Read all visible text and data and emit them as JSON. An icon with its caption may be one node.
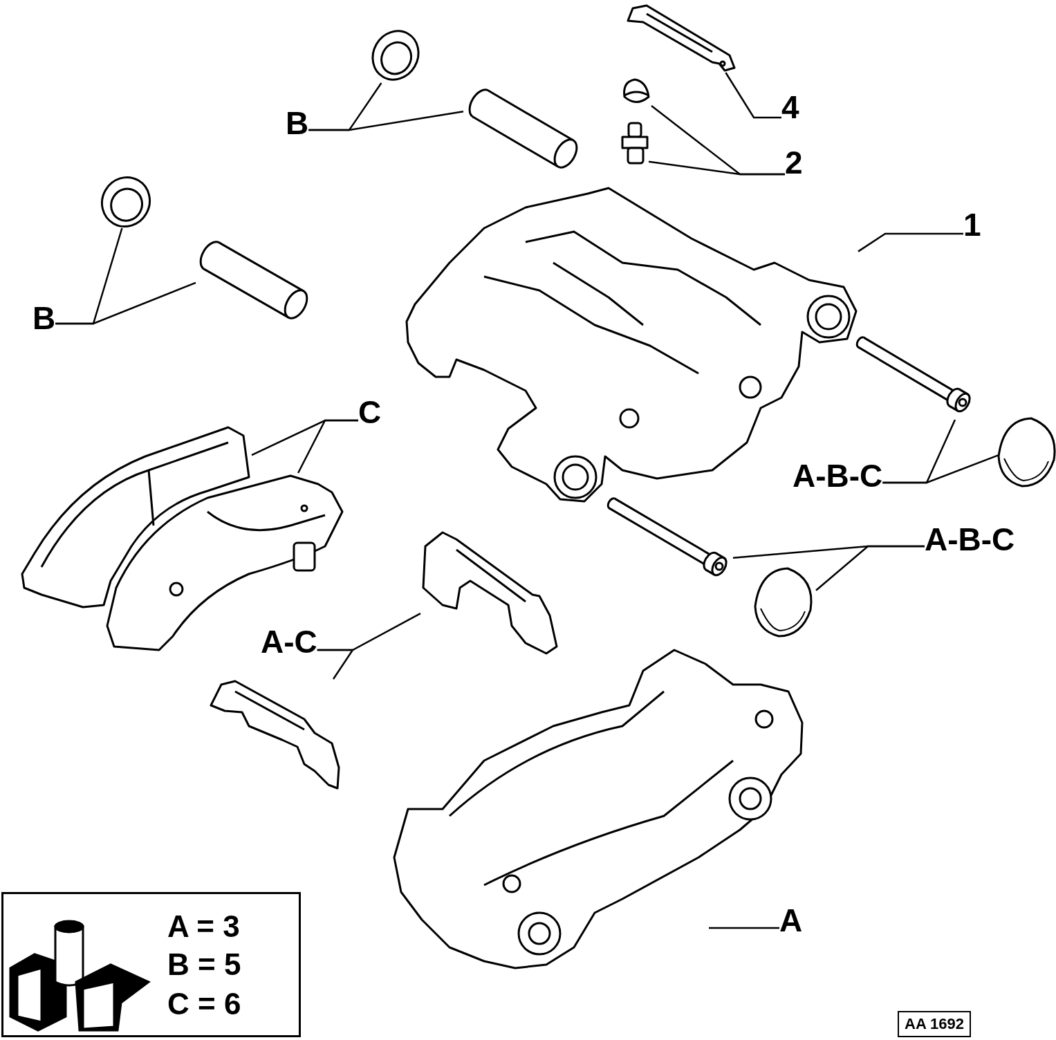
{
  "diagram": {
    "nodes": [
      {
        "text": [
          "4"
        ]
      },
      {
        "text": [],
        "shape": "picture"
      },
      {
        "text": [
          "2"
        ]
      },
      {
        "text": [],
        "shape": "picture"
      },
      {
        "text": [],
        "shape": "picture"
      },
      {
        "text": [
          "B"
        ]
      },
      {
        "text": [],
        "shape": "picture"
      },
      {
        "text": [],
        "shape": "picture"
      },
      {
        "text": [
          "B"
        ]
      },
      {
        "text": [],
        "shape": "picture"
      },
      {
        "text": [],
        "shape": "picture"
      },
      {
        "text": [
          "1"
        ]
      },
      {
        "text": [],
        "shape": "picture"
      },
      {
        "text": [
          "C"
        ]
      },
      {
        "text": [],
        "shape": "picture"
      },
      {
        "text": [],
        "shape": "picture"
      },
      {
        "text": [
          "A-B-C"
        ]
      },
      {
        "text": [],
        "shape": "picture"
      },
      {
        "text": [],
        "shape": "picture"
      },
      {
        "text": [
          "A-B-C"
        ]
      },
      {
        "text": [],
        "shape": "picture"
      },
      {
        "text": [],
        "shape": "picture"
      },
      {
        "text": [
          "A-C"
        ]
      },
      {
        "text": [],
        "shape": "picture"
      },
      {
        "text": [],
        "shape": "picture"
      },
      {
        "text": [
          "A"
        ]
      },
      {
        "text": [],
        "shape": "picture"
      }
    ],
    "edges": [
      {
        "from": 0,
        "to": 1,
        "arrow": "none"
      },
      {
        "from": 2,
        "to": 3,
        "arrow": "none"
      },
      {
        "from": 2,
        "to": 4,
        "arrow": "none"
      },
      {
        "from": 5,
        "to": 6,
        "arrow": "none"
      },
      {
        "from": 5,
        "to": 7,
        "arrow": "none"
      },
      {
        "from": 8,
        "to": 9,
        "arrow": "none"
      },
      {
        "from": 8,
        "to": 10,
        "arrow": "none"
      },
      {
        "from": 11,
        "to": 12,
        "arrow": "none"
      },
      {
        "from": 13,
        "to": 14,
        "arrow": "none"
      },
      {
        "from": 13,
        "to": 15,
        "arrow": "none"
      },
      {
        "from": 16,
        "to": 17,
        "arrow": "none"
      },
      {
        "from": 16,
        "to": 18,
        "arrow": "none"
      },
      {
        "from": 19,
        "to": 20,
        "arrow": "none"
      },
      {
        "from": 19,
        "to": 21,
        "arrow": "none"
      },
      {
        "from": 22,
        "to": 23,
        "arrow": "none"
      },
      {
        "from": 22,
        "to": 24,
        "arrow": "none"
      },
      {
        "from": 25,
        "to": 26,
        "arrow": "none"
      }
    ],
    "labels": [
      "A = 3",
      "B = 5",
      "C = 6",
      "AA 1692"
    ]
  }
}
